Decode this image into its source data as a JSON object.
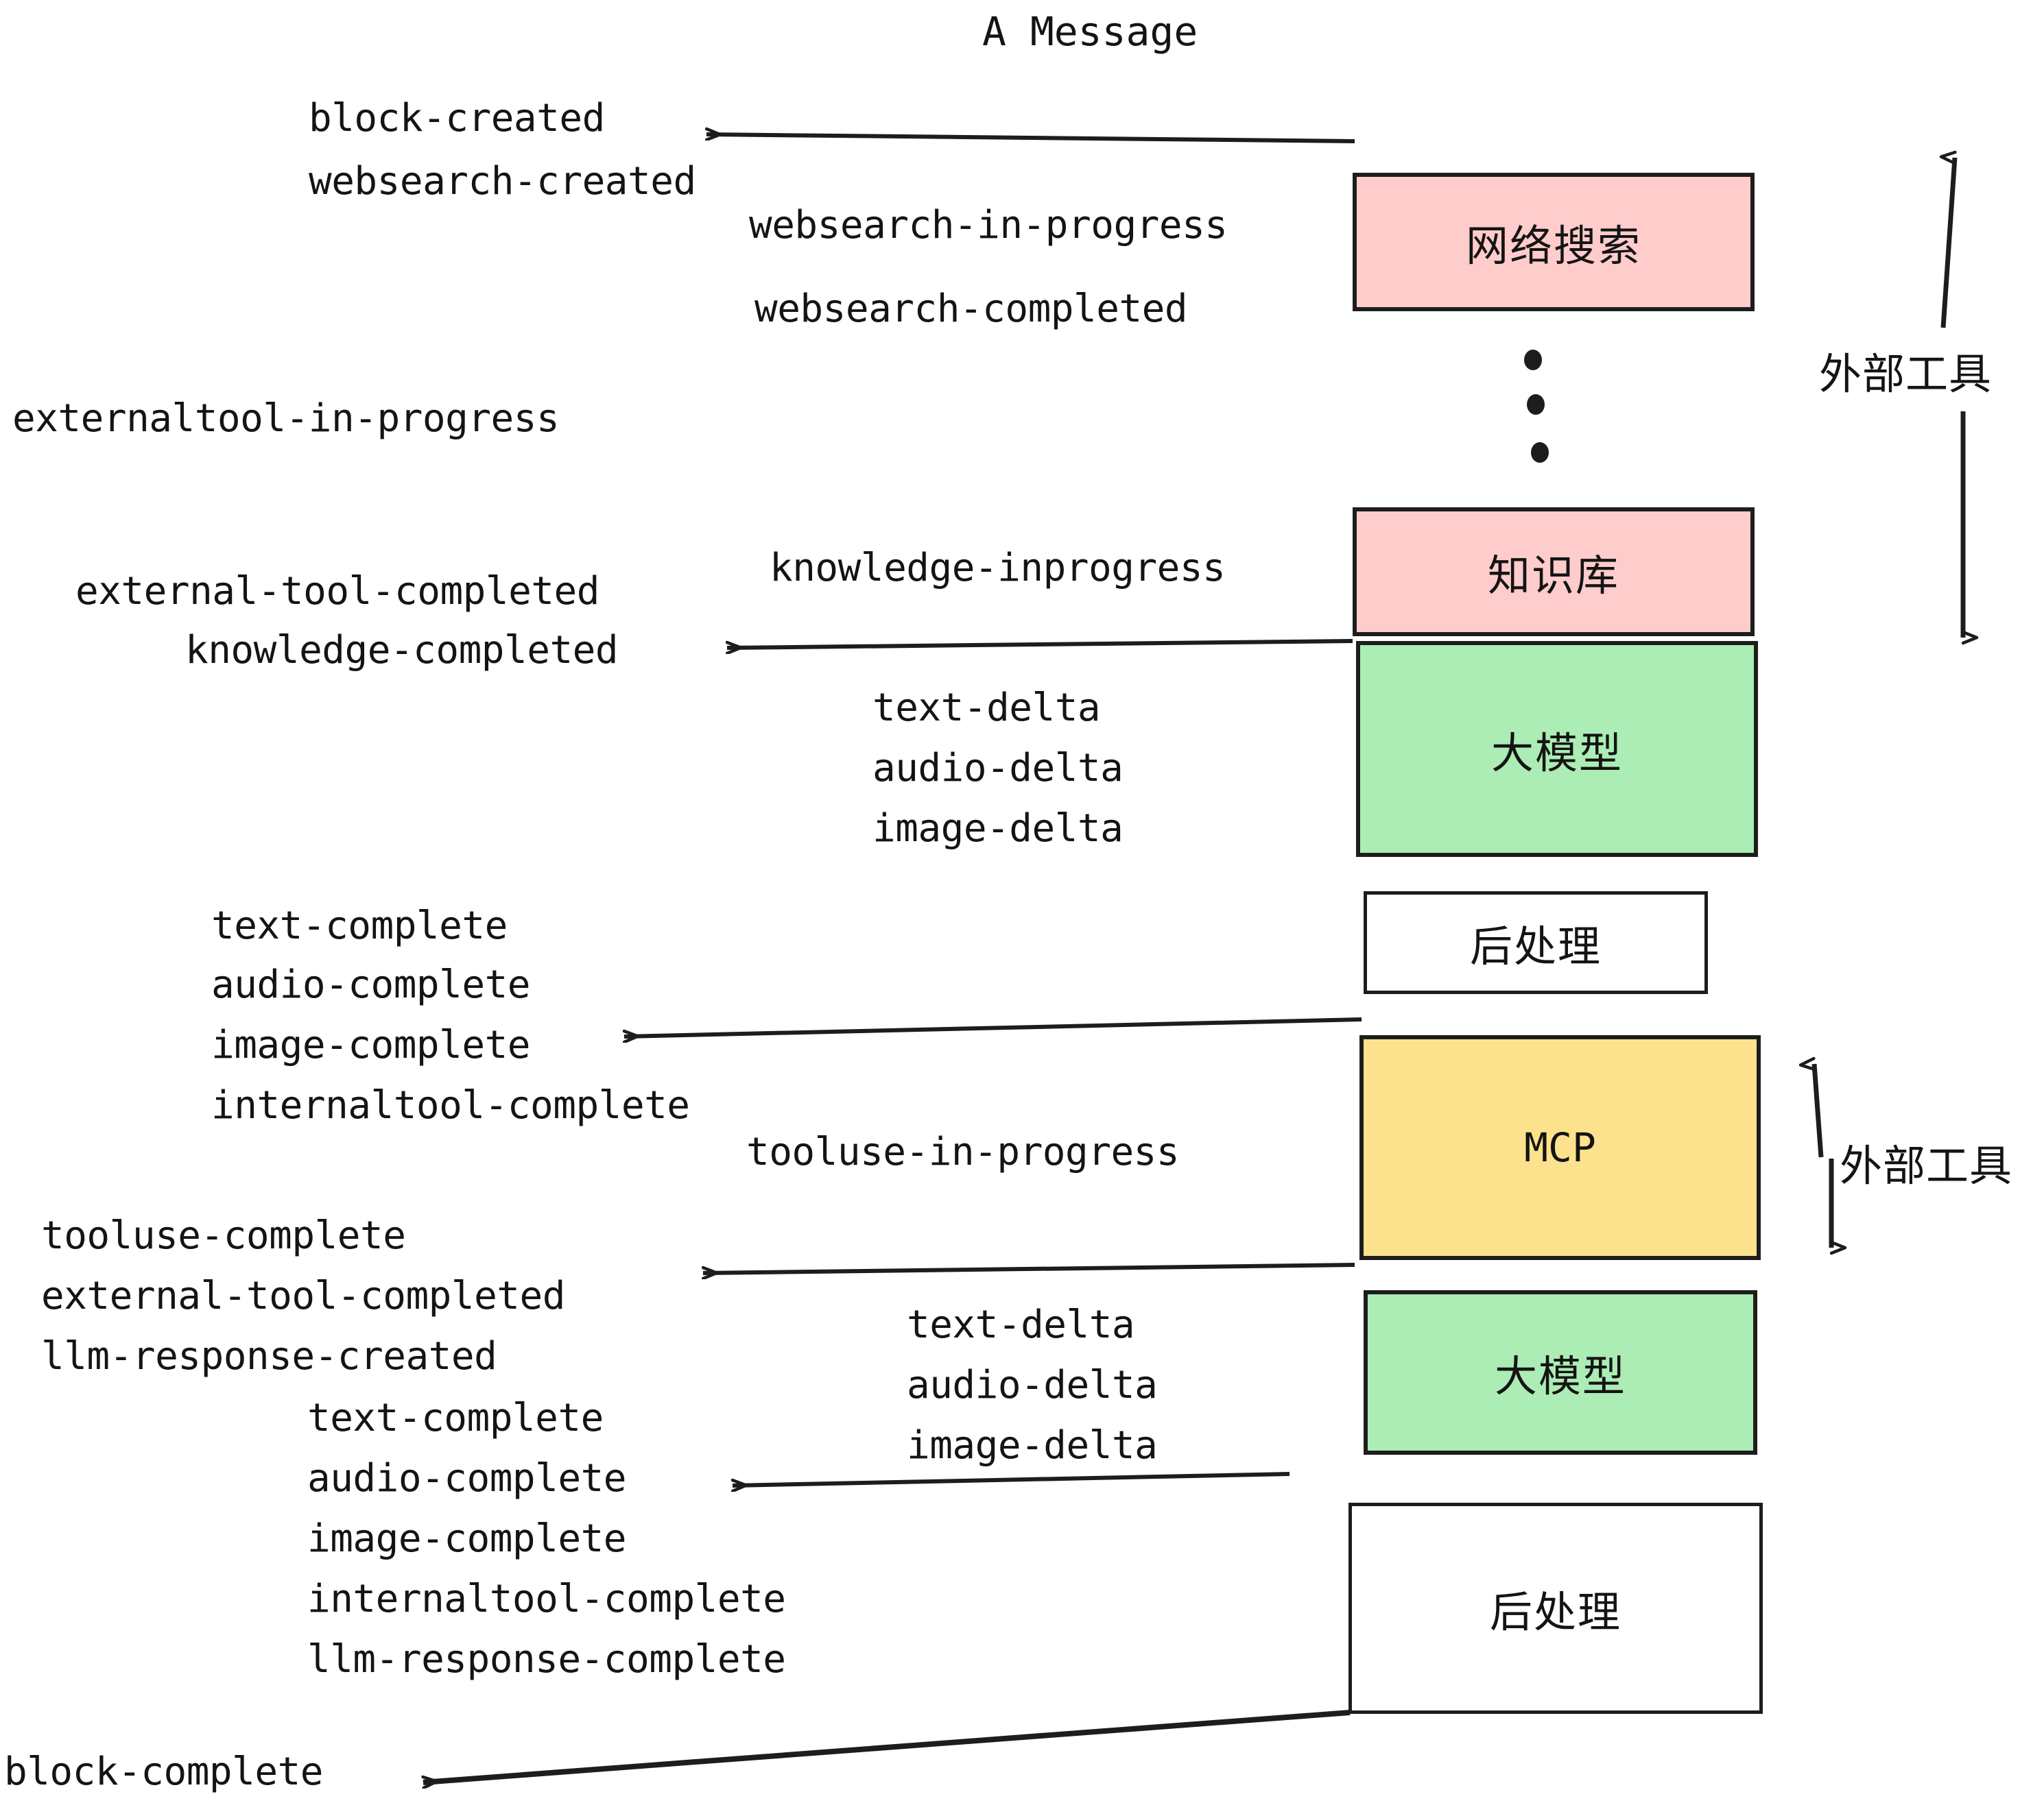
{
  "title": "A Message",
  "nodes": [
    {
      "id": "websearch",
      "label": "网络搜索",
      "color": "#FFCCCC",
      "kind": "filled"
    },
    {
      "id": "knowledge",
      "label": "知识库",
      "color": "#FFCCCC",
      "kind": "filled"
    },
    {
      "id": "llm1",
      "label": "大模型",
      "color": "#ABEDB4",
      "kind": "filled"
    },
    {
      "id": "post1",
      "label": "后处理",
      "color": "#FFFFFF",
      "kind": "plain"
    },
    {
      "id": "mcp",
      "label": "MCP",
      "color": "#FCE28C",
      "kind": "filled"
    },
    {
      "id": "llm2",
      "label": "大模型",
      "color": "#ABEDB4",
      "kind": "filled"
    },
    {
      "id": "post2",
      "label": "后处理",
      "color": "#FFFFFF",
      "kind": "plain"
    }
  ],
  "group_labels": [
    {
      "id": "ext-tools-top",
      "label": "外部工具"
    },
    {
      "id": "ext-tools-bottom",
      "label": "外部工具"
    }
  ],
  "events": [
    {
      "id": "block-created",
      "text": "block-created"
    },
    {
      "id": "websearch-created",
      "text": "websearch-created"
    },
    {
      "id": "websearch-in-progress",
      "text": "websearch-in-progress"
    },
    {
      "id": "websearch-completed",
      "text": "websearch-completed"
    },
    {
      "id": "externaltool-in-progress",
      "text": "externaltool-in-progress"
    },
    {
      "id": "knowledge-inprogress",
      "text": "knowledge-inprogress"
    },
    {
      "id": "external-tool-completed-1",
      "text": "external-tool-completed"
    },
    {
      "id": "knowledge-completed",
      "text": "knowledge-completed"
    },
    {
      "id": "text-delta-1",
      "text": "text-delta"
    },
    {
      "id": "audio-delta-1",
      "text": "audio-delta"
    },
    {
      "id": "image-delta-1",
      "text": "image-delta"
    },
    {
      "id": "text-complete-1",
      "text": "text-complete"
    },
    {
      "id": "audio-complete-1",
      "text": "audio-complete"
    },
    {
      "id": "image-complete-1",
      "text": "image-complete"
    },
    {
      "id": "internaltool-complete-1",
      "text": "internaltool-complete"
    },
    {
      "id": "tooluse-in-progress",
      "text": "tooluse-in-progress"
    },
    {
      "id": "tooluse-complete",
      "text": "tooluse-complete"
    },
    {
      "id": "external-tool-completed-2",
      "text": "external-tool-completed"
    },
    {
      "id": "llm-response-created",
      "text": "llm-response-created"
    },
    {
      "id": "text-delta-2",
      "text": "text-delta"
    },
    {
      "id": "audio-delta-2",
      "text": "audio-delta"
    },
    {
      "id": "image-delta-2",
      "text": "image-delta"
    },
    {
      "id": "text-complete-2",
      "text": "text-complete"
    },
    {
      "id": "audio-complete-2",
      "text": "audio-complete"
    },
    {
      "id": "image-complete-2",
      "text": "image-complete"
    },
    {
      "id": "internaltool-complete-2",
      "text": "internaltool-complete"
    },
    {
      "id": "llm-response-complete",
      "text": "llm-response-complete"
    },
    {
      "id": "block-complete",
      "text": "block-complete"
    }
  ],
  "colors": {
    "stroke": "#1d1d1d",
    "pink": "#FFCCCC",
    "green": "#ABEDB4",
    "yellow": "#FCE28C",
    "white": "#FFFFFF",
    "text": "#141414",
    "background": "#FFFFFF"
  }
}
